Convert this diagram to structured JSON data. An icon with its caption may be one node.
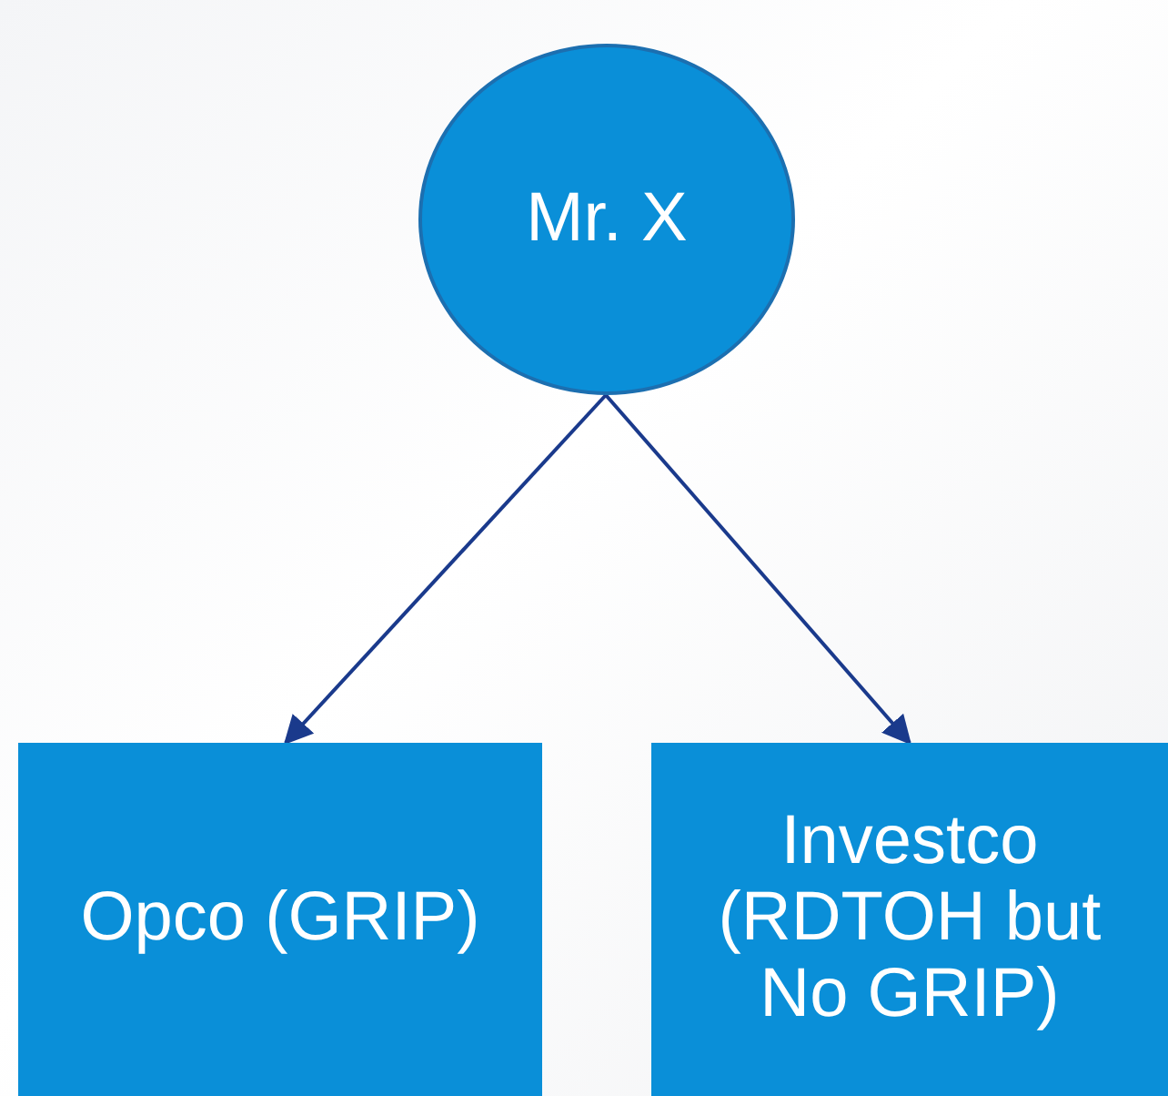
{
  "diagram": {
    "nodes": [
      {
        "text": [
          "Mr. X"
        ]
      },
      {
        "text": [
          "Opco (GRIP)"
        ]
      },
      {
        "text": [
          "Investco (RDTOH but No GRIP)"
        ]
      }
    ],
    "edges": [
      {
        "from": 0,
        "to": 1,
        "arrow": "to"
      },
      {
        "from": 0,
        "to": 2,
        "arrow": "to"
      }
    ]
  }
}
